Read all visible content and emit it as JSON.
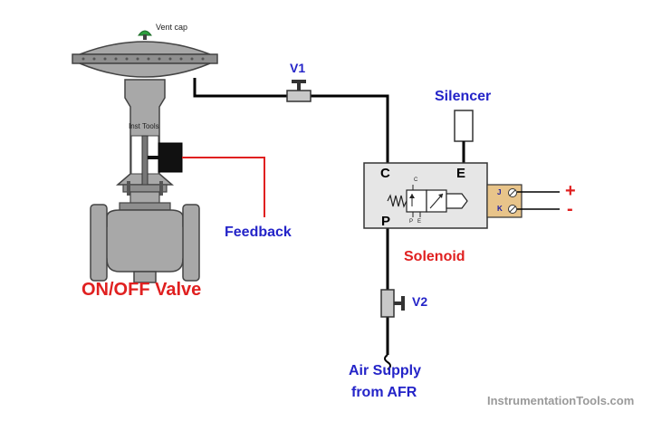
{
  "labels": {
    "vent_cap": "Vent cap",
    "inst_tools": "Inst Tools",
    "v1": "V1",
    "v2": "V2",
    "silencer": "Silencer",
    "port_c": "C",
    "port_e": "E",
    "port_p": "P",
    "terminal_j": "J",
    "terminal_k": "K",
    "plus": "+",
    "minus": "-",
    "feedback": "Feedback",
    "solenoid": "Solenoid",
    "valve_title": "ON/OFF Valve",
    "air_supply_line1": "Air Supply",
    "air_supply_line2": "from AFR",
    "watermark": "InstrumentationTools.com"
  },
  "colors": {
    "label_blue": "#2424c8",
    "label_red": "#e02020",
    "valve_gray": "#a8a8a8",
    "actuator_dark": "#5a5a5a",
    "feedback_box": "#111111",
    "vent_green": "#2e9e3e",
    "terminal_tan": "#e8c48a",
    "solenoid_body": "#e6e6e6",
    "feedback_wire": "#e02020"
  }
}
